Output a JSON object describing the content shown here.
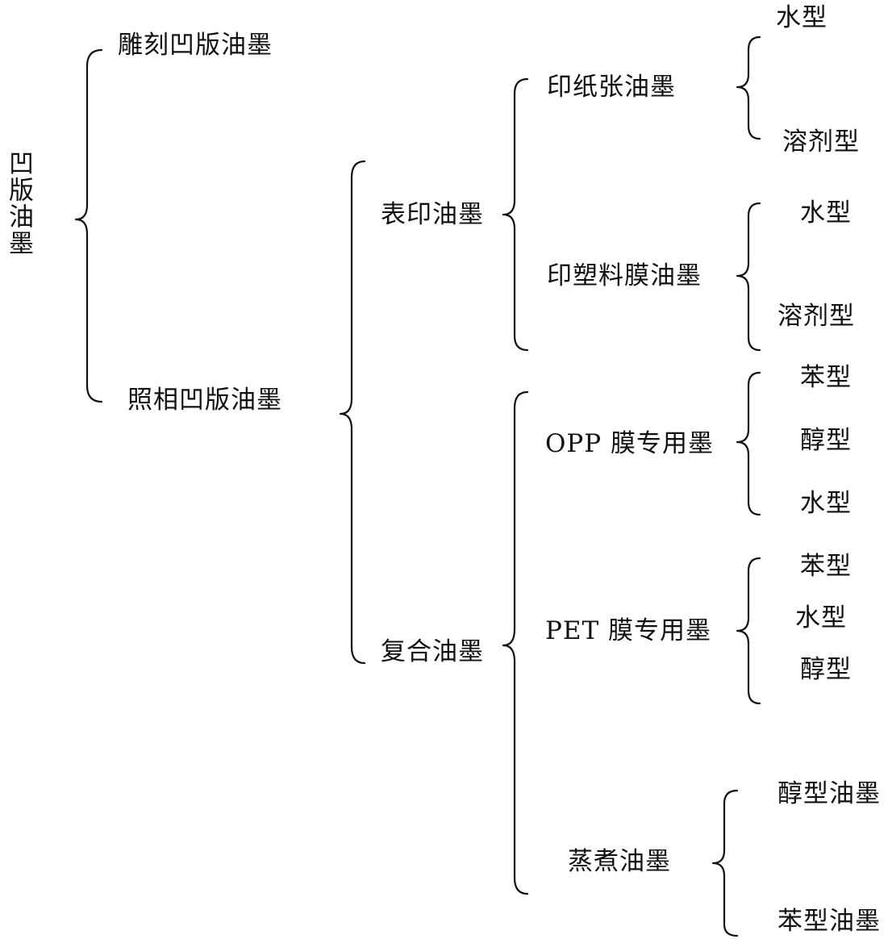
{
  "diagram": {
    "root": "凹版油墨",
    "level1": {
      "engraved": "雕刻凹版油墨",
      "photo": "照相凹版油墨"
    },
    "level2": {
      "surface": "表印油墨",
      "composite": "复合油墨"
    },
    "level3": {
      "paper": "印纸张油墨",
      "plastic": "印塑料膜油墨",
      "opp": "OPP 膜专用墨",
      "pet": "PET 膜专用墨",
      "retort": "蒸煮油墨"
    },
    "level4": {
      "paper": [
        "水型",
        "溶剂型"
      ],
      "plastic": [
        "水型",
        "溶剂型"
      ],
      "opp": [
        "苯型",
        "醇型",
        "水型"
      ],
      "pet": [
        "苯型",
        "水型",
        "醇型"
      ],
      "retort": [
        "醇型油墨",
        "苯型油墨"
      ]
    }
  }
}
